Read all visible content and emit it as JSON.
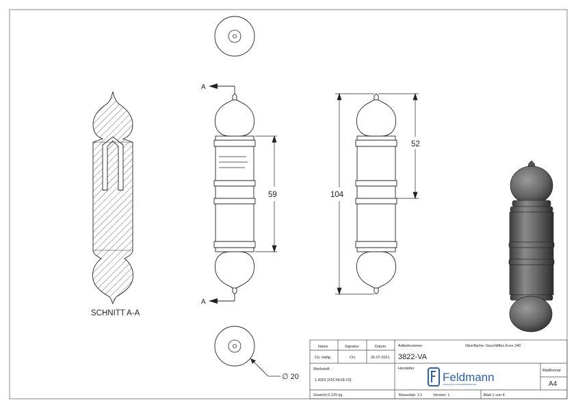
{
  "views": {
    "section_label": "SCHNITT A-A",
    "cut_marker": "A"
  },
  "dimensions": {
    "middle_section": "59",
    "overall_length": "104",
    "upper_length": "52",
    "diameter": "∅ 20"
  },
  "title_block": {
    "headers": {
      "name": "Name",
      "signature": "Signatur",
      "date": "Datum"
    },
    "drawn_by": {
      "name": "Ch. Häfig",
      "signature": "CH",
      "date": "26.07.2021"
    },
    "material_label": "Werkstoff:",
    "material_value": "1.4301 [X5CrNi18-10]",
    "weight": "Gewicht 0.125 kg",
    "article_label": "Artikelnummer",
    "article_number": "3822-VA",
    "surface": "Oberfläche: Geschliffen Korn 240",
    "manufacturer_label": "Hersteller",
    "logo_text": "Feldmann",
    "logo_tagline": "EDELSTAHL-HANDWERKERBEDARF",
    "sheet_format_label": "Blattformat",
    "sheet_format": "A4",
    "scale": "Massstab: 1:1",
    "version": "Version: 1",
    "sheet": "Blatt 1 von 4"
  },
  "colors": {
    "line": "#222222",
    "render_body": "#6e6e6e",
    "render_dark": "#3a3a3a",
    "logo_blue": "#2f5f9e"
  }
}
